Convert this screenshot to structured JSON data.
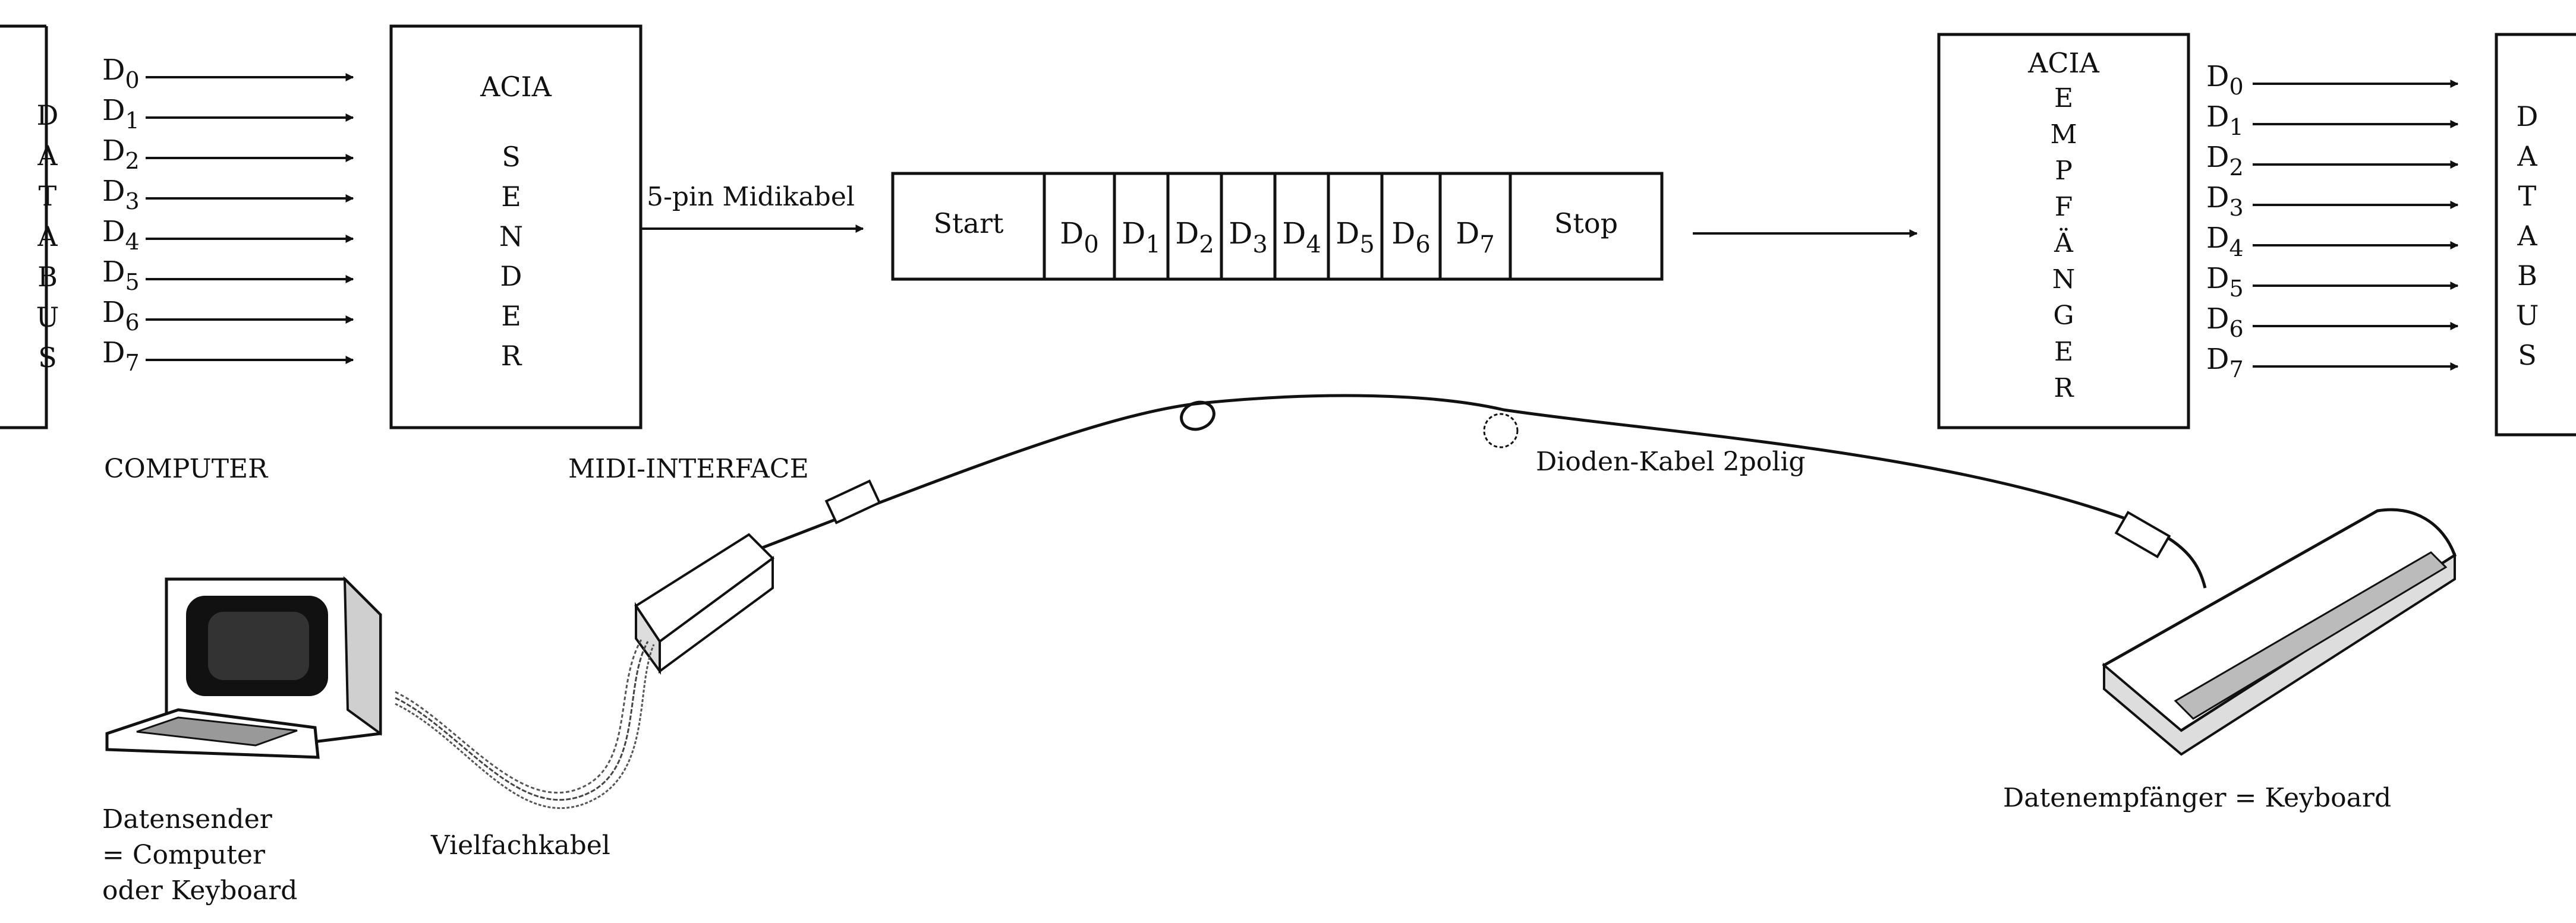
{
  "left_databus": {
    "letters": [
      "D",
      "A",
      "T",
      "A",
      "B",
      "U",
      "S"
    ]
  },
  "right_databus": {
    "letters": [
      "D",
      "A",
      "T",
      "A",
      "B",
      "U",
      "S"
    ]
  },
  "sender_lines": [
    {
      "base": "D",
      "sub": "0"
    },
    {
      "base": "D",
      "sub": "1"
    },
    {
      "base": "D",
      "sub": "2"
    },
    {
      "base": "D",
      "sub": "3"
    },
    {
      "base": "D",
      "sub": "4"
    },
    {
      "base": "D",
      "sub": "5"
    },
    {
      "base": "D",
      "sub": "6"
    },
    {
      "base": "D",
      "sub": "7"
    }
  ],
  "receiver_lines": [
    {
      "base": "D",
      "sub": "0"
    },
    {
      "base": "D",
      "sub": "1"
    },
    {
      "base": "D",
      "sub": "2"
    },
    {
      "base": "D",
      "sub": "3"
    },
    {
      "base": "D",
      "sub": "4"
    },
    {
      "base": "D",
      "sub": "5"
    },
    {
      "base": "D",
      "sub": "6"
    },
    {
      "base": "D",
      "sub": "7"
    }
  ],
  "acia_sender": {
    "title": "ACIA",
    "letters": [
      "S",
      "E",
      "N",
      "D",
      "E",
      "R"
    ]
  },
  "acia_receiver": {
    "title": "ACIA",
    "letters": [
      "E",
      "M",
      "P",
      "F",
      "Ä",
      "N",
      "G",
      "E",
      "R"
    ]
  },
  "cable_label": "5-pin Midikabel",
  "frame_cells": [
    {
      "base": "Start",
      "sub": ""
    },
    {
      "base": "D",
      "sub": "0"
    },
    {
      "base": "D",
      "sub": "1"
    },
    {
      "base": "D",
      "sub": "2"
    },
    {
      "base": "D",
      "sub": "3"
    },
    {
      "base": "D",
      "sub": "4"
    },
    {
      "base": "D",
      "sub": "5"
    },
    {
      "base": "D",
      "sub": "6"
    },
    {
      "base": "D",
      "sub": "7"
    },
    {
      "base": "Stop",
      "sub": ""
    }
  ],
  "labels": {
    "computer": "COMPUTER",
    "midi_interface": "MIDI-INTERFACE",
    "dioden_kabel": "Dioden-Kabel 2polig",
    "vielfachkabel": "Vielfachkabel",
    "datenempfaenger": "Datenempfänger = Keyboard",
    "datensender": [
      "Datensender",
      "= Computer",
      "oder Keyboard"
    ]
  }
}
